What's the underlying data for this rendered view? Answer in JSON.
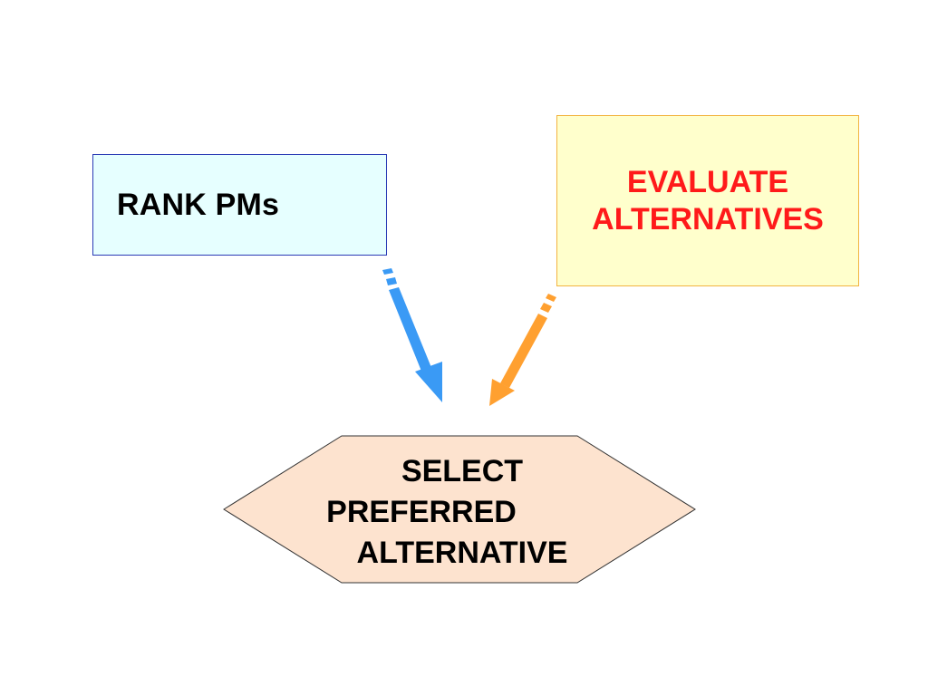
{
  "slide": {
    "rank_box": {
      "label": "RANK PMs",
      "fill": "#e6ffff",
      "border": "#2a3bb5",
      "text_color": "#000000"
    },
    "evaluate_box": {
      "line1": "EVALUATE",
      "line2": "ALTERNATIVES",
      "fill": "#ffffcc",
      "border": "#f2b441",
      "text_color": "#ff1a1a"
    },
    "select_hexagon": {
      "line1": "SELECT",
      "line2": "PREFERRED",
      "line3": "ALTERNATIVE",
      "fill": "#fde3cf",
      "border": "#333333",
      "text_color": "#000000"
    },
    "arrows": {
      "blue": "#3a9af5",
      "orange": "#ffa030"
    }
  }
}
